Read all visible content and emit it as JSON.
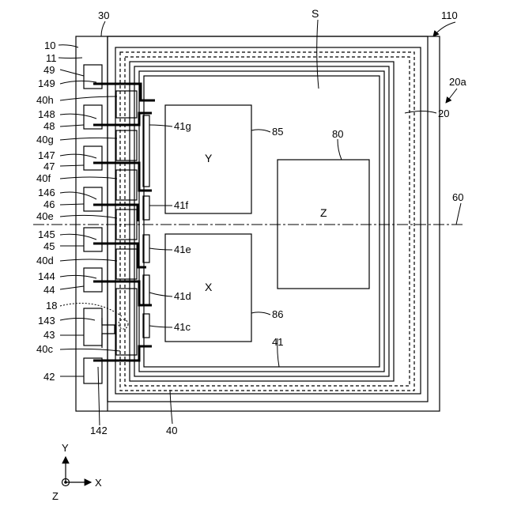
{
  "diagram": {
    "figure_number": "110",
    "label_20a": "20a",
    "label_20": "20",
    "label_30": "30",
    "label_S": "S",
    "label_10": "10",
    "label_11": "11",
    "label_60": "60",
    "label_80": "80",
    "label_85": "85",
    "label_86": "86",
    "label_41": "41",
    "label_40": "40",
    "label_142": "142",
    "label_18": "18",
    "box_Y": "Y",
    "box_X": "X",
    "box_Z": "Z",
    "pads": [
      "49",
      "48",
      "47",
      "46",
      "45",
      "44",
      "43",
      "42"
    ],
    "wires": [
      "149",
      "148",
      "147",
      "146",
      "145",
      "144",
      "143"
    ],
    "electrodes_40": [
      "40h",
      "40g",
      "40f",
      "40e",
      "40d",
      "40c"
    ],
    "electrodes_41": [
      "41g",
      "41f",
      "41e",
      "41d",
      "41c"
    ],
    "axes": {
      "y": "Y",
      "x": "X",
      "z": "Z"
    }
  }
}
